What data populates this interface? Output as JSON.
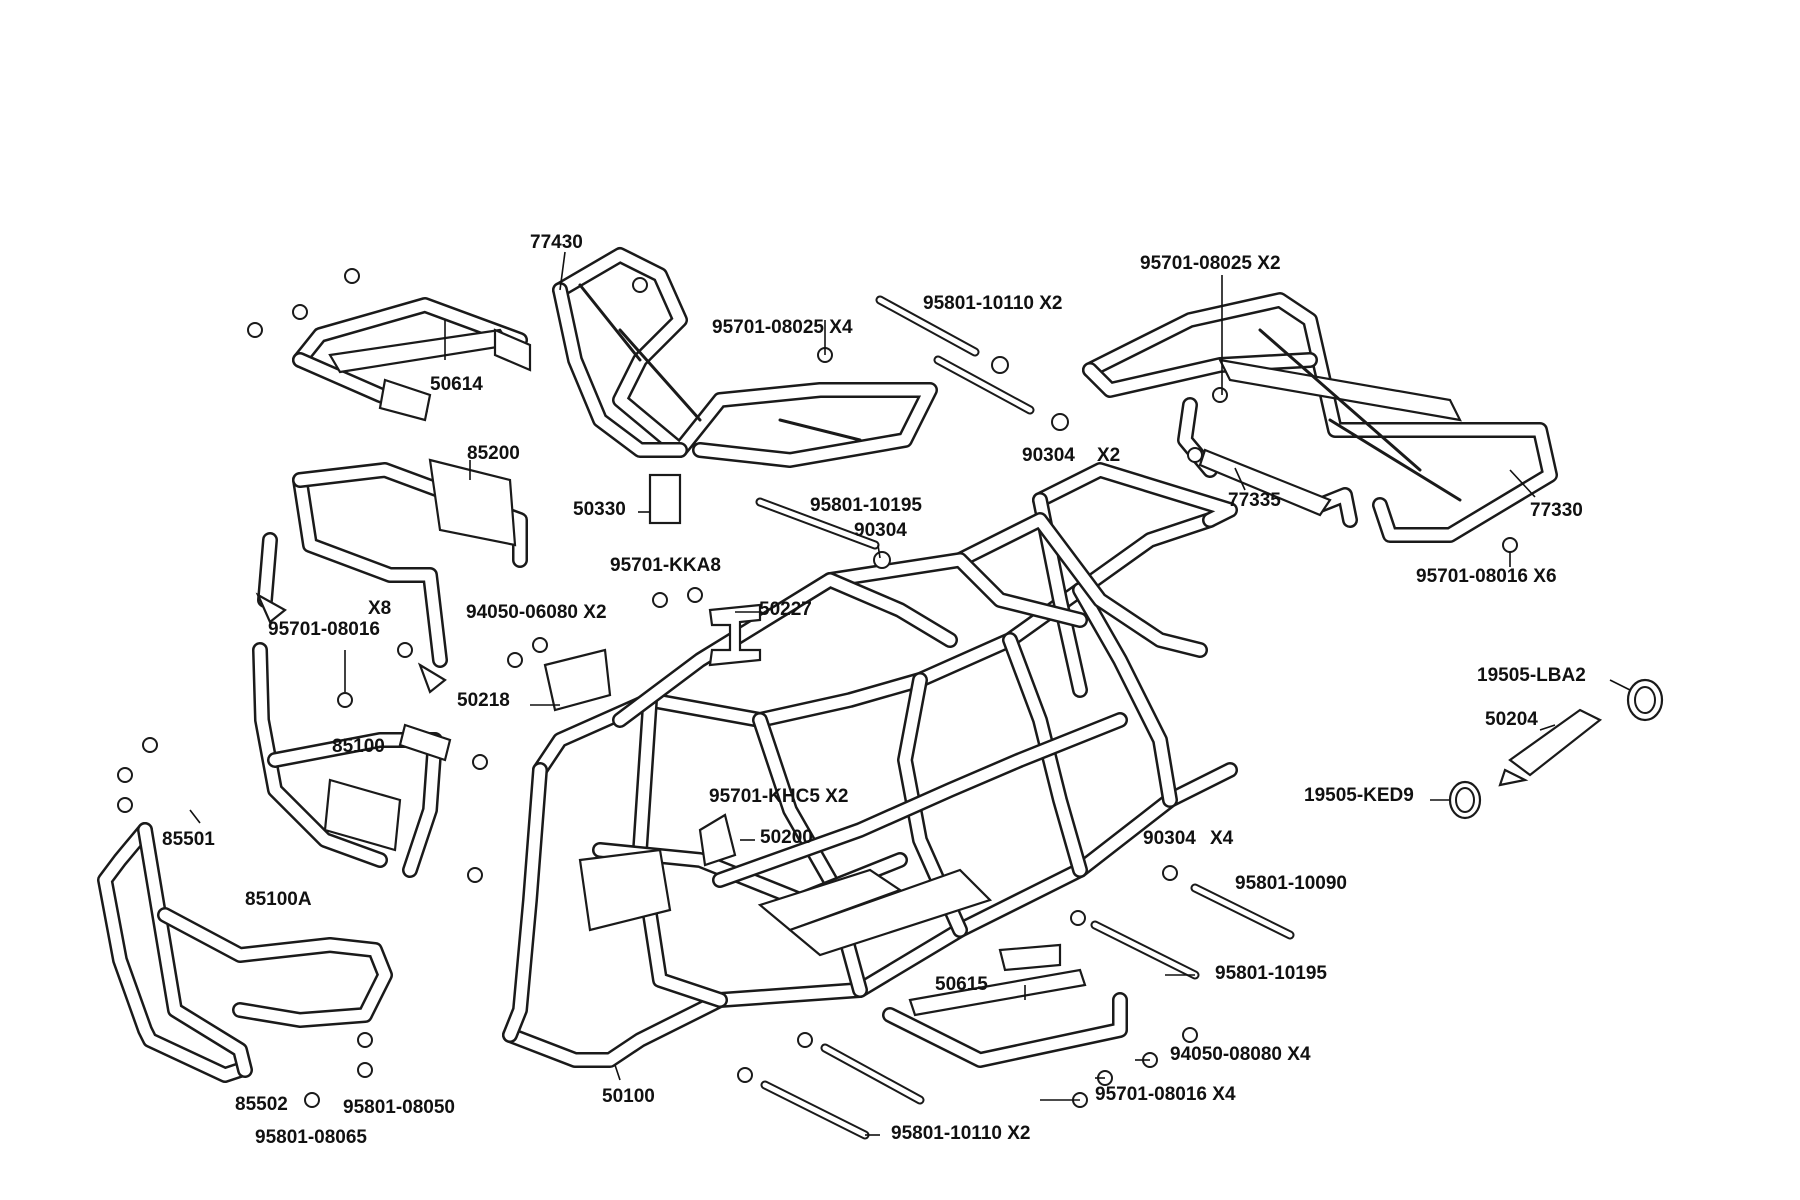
{
  "labels": {
    "l77430": "77430",
    "l95801_10110_x2_top": "95801-10110 X2",
    "l95701_08025_x4": "95701-08025 X4",
    "l95701_08025_x2": "95701-08025 X2",
    "l50614": "50614",
    "l85200": "85200",
    "l90304_x2": "90304",
    "l90304_x2_mult": "X2",
    "l77335": "77335",
    "l77330": "77330",
    "l50330": "50330",
    "l95801_10195_top": "95801-10195",
    "l90304_mid": "90304",
    "l95701_kka8": "95701-KKA8",
    "l95701_08016_x6": "95701-08016 X6",
    "l50227": "50227",
    "l94050_06080_x2": "94050-06080 X2",
    "l x8": "X8",
    "l95701_08016": "95701-08016",
    "l19505_lba2": "19505-LBA2",
    "l50204": "50204",
    "l50218": "50218",
    "l85100": "85100",
    "l95701_khc5_x2": "95701-KHC5 X2",
    "l19505_ked9": "19505-KED9",
    "l85501": "85501",
    "l50200": "50200",
    "l90304_x4": "90304",
    "l90304_x4_mult": "X4",
    "l95801_10090": "95801-10090",
    "l85100a": "85100A",
    "l95801_10195_bot": "95801-10195",
    "l50615": "50615",
    "l94050_08080_x4": "94050-08080 X4",
    "l95701_08016_x4": "95701-08016 X4",
    "l50100": "50100",
    "l85502": "85502",
    "l95801_08050": "95801-08050",
    "l95801_08065": "95801-08065",
    "l95801_10110_x2_bot": "95801-10110 X2"
  },
  "colors": {
    "line": "#1a1a1a",
    "background": "#ffffff",
    "text": "#111111"
  }
}
